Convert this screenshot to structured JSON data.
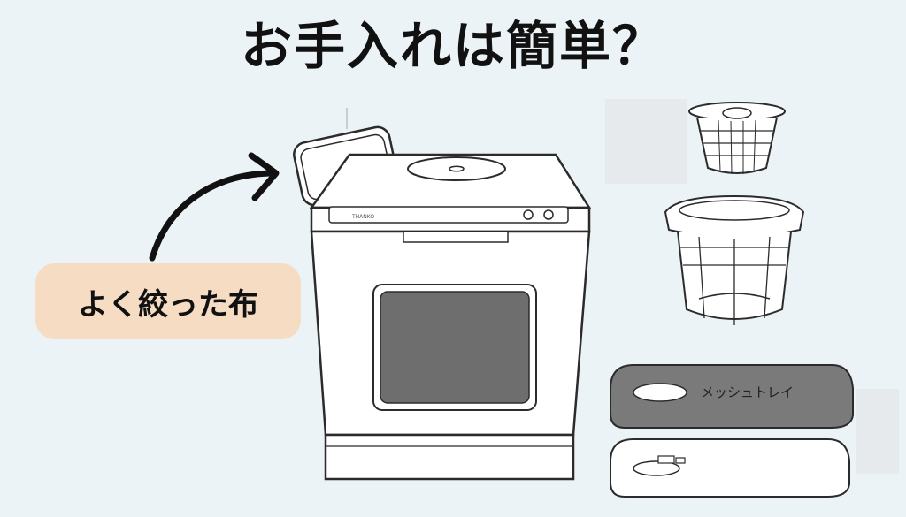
{
  "title": "お手入れは簡単？",
  "callout": {
    "label": "よく絞った布"
  },
  "tray": {
    "label": "メッシュトレイ",
    "color": "#7a7a7a"
  },
  "dishwasher": {
    "brand": "THANKO",
    "window_color": "#6e6e6e"
  },
  "colors": {
    "background": "#ebf3f7",
    "pill": "#f6dcc3",
    "outline": "#2b2b2b"
  }
}
